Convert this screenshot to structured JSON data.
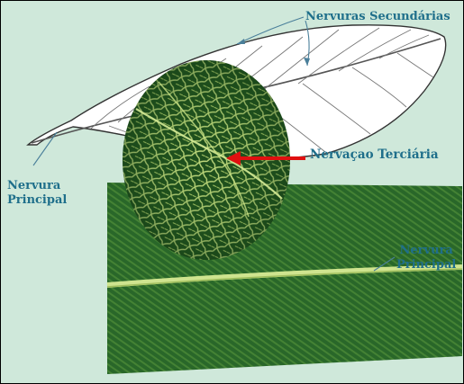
{
  "labels": {
    "secondary_veins": "Nervuras Secundárias",
    "tertiary_veins": "Nervaçao Terciária",
    "main_vein_left": {
      "line1": "Nervura",
      "line2": "Principal"
    },
    "main_vein_right": {
      "line1": "Nervura",
      "line2": "Principal"
    }
  },
  "colors": {
    "background": "#cfe8da",
    "label_text": "#1f6f8b",
    "arrow": "#e01010",
    "leaf_dark": "#1f5e22",
    "vein_light": "#c9e28a"
  }
}
